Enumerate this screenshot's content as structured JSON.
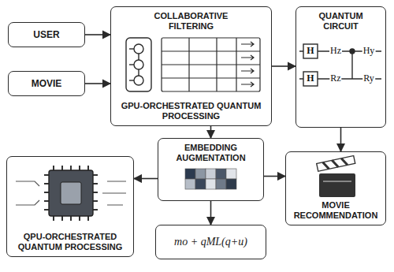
{
  "diagram": {
    "nodes": [
      {
        "text": [
          "USER"
        ]
      },
      {
        "text": [
          "MOVIE"
        ]
      },
      {
        "text": [
          "COLLABORATIVE FILTERING",
          "GPU-ORCHESTRATED QUANTUM PROCESSING"
        ]
      },
      {
        "text": [
          "QUANTUM CIRCUIT"
        ]
      },
      {
        "text": [
          "QPU-ORCHESTRATED QUANTUM PROCESSING"
        ]
      },
      {
        "text": [
          "EMBEDDING AUGMENTATION"
        ]
      },
      {
        "text": [
          "mo + qML(q+u)"
        ]
      },
      {
        "text": [
          "MOVIE RECOMMENDATION"
        ]
      }
    ],
    "edges": [
      {
        "from": 0,
        "to": 2,
        "arrow": "to"
      },
      {
        "from": 1,
        "to": 2,
        "arrow": "to"
      },
      {
        "from": 2,
        "to": 3,
        "arrow": "to"
      },
      {
        "from": 3,
        "to": 7,
        "arrow": "to"
      },
      {
        "from": 2,
        "to": 5,
        "arrow": "to"
      },
      {
        "from": 5,
        "to": 4,
        "arrow": "to"
      },
      {
        "from": 5,
        "to": 7,
        "arrow": "to"
      },
      {
        "from": 5,
        "to": 6,
        "arrow": "to"
      }
    ],
    "labels": [
      "H",
      "H",
      "Hz",
      "Hy",
      "Rz",
      "Ry"
    ]
  }
}
